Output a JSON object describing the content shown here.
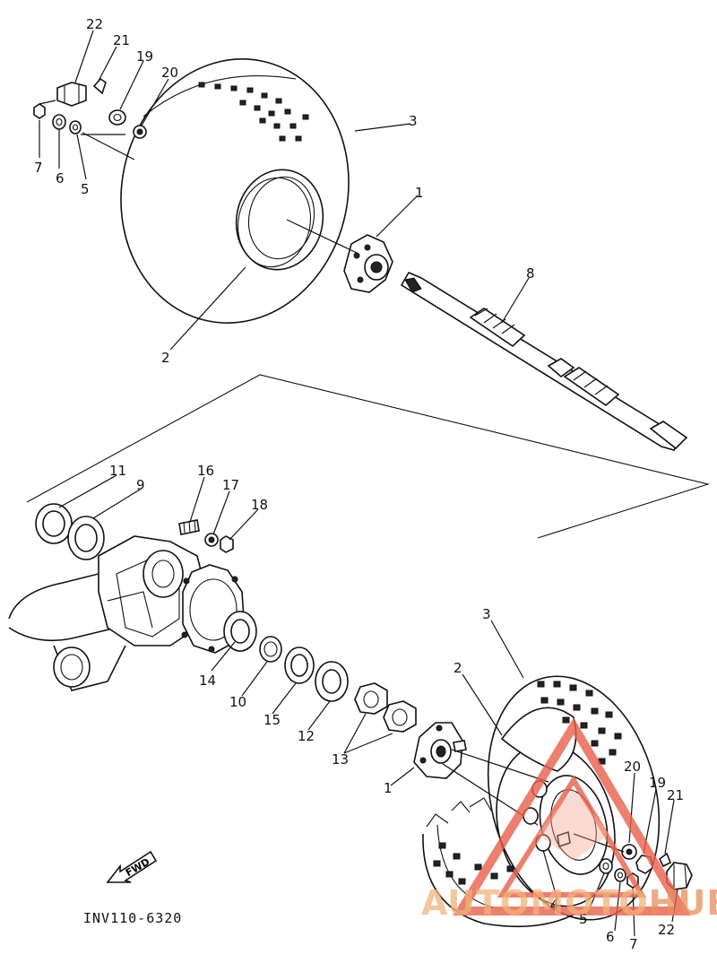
{
  "diagram_code": "INV110-6320",
  "fwd_label": "FWD",
  "watermark": {
    "part1": "AUTOMOTO",
    "part2": "HUB",
    "color_main": "#e8604a"
  },
  "labels": {
    "top": [
      "22",
      "21",
      "19",
      "20",
      "3",
      "1",
      "8",
      "7",
      "6",
      "5",
      "2"
    ],
    "middle": [
      "11",
      "9",
      "16",
      "17",
      "18",
      "14",
      "10",
      "15",
      "12",
      "13"
    ],
    "bottom": [
      "3",
      "2",
      "1",
      "20",
      "19",
      "21",
      "4",
      "5",
      "6",
      "7",
      "22"
    ]
  }
}
